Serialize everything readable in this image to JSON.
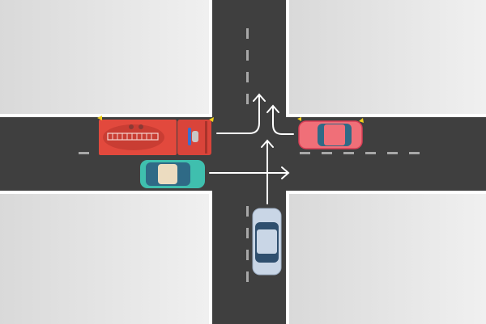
{
  "scene": {
    "road_color": "#3f3f3f",
    "curb_color": "#ffffff",
    "block_color_light": "#efefef",
    "block_color_dark": "#d9d9d9",
    "lane_mark_color": "#a8a8a8",
    "arrow_color": "#ffffff"
  },
  "vehicles": [
    {
      "kind": "fire-truck",
      "color": "#e2493d",
      "heading": "east",
      "signal": "left"
    },
    {
      "kind": "car",
      "color": "#3fbfae",
      "heading": "east",
      "signal": "none"
    },
    {
      "kind": "car",
      "color": "#f06f78",
      "heading": "west",
      "signal": "right"
    },
    {
      "kind": "car",
      "color": "#c9d6e6",
      "heading": "north",
      "signal": "none"
    }
  ]
}
